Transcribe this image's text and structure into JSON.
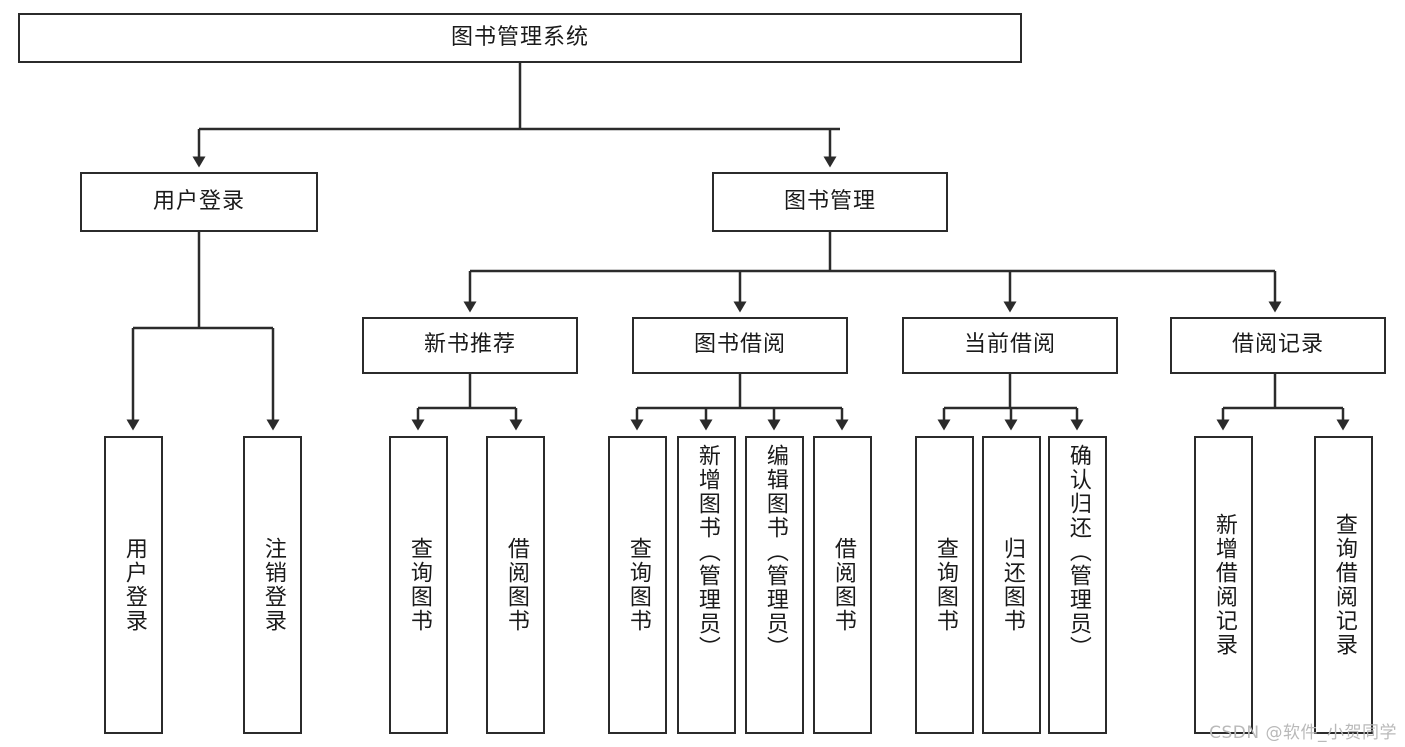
{
  "diagram": {
    "type": "tree-hierarchy-functional-decomposition",
    "title": "图书管理系统",
    "orientation": "top-down",
    "line_color": "#2b2b2b",
    "box_fill": "#ffffff",
    "text_color": "#1a1a1a",
    "levels": [
      {
        "level": 1,
        "nodes": [
          {
            "id": "root",
            "label": "图书管理系统",
            "text_direction": "horizontal"
          }
        ]
      },
      {
        "level": 2,
        "nodes": [
          {
            "id": "login",
            "label": "用户登录",
            "text_direction": "horizontal",
            "parent": "root"
          },
          {
            "id": "bookmgmt",
            "label": "图书管理",
            "text_direction": "horizontal",
            "parent": "root"
          }
        ]
      },
      {
        "level": 3,
        "nodes": [
          {
            "id": "newbook",
            "label": "新书推荐",
            "text_direction": "horizontal",
            "parent": "bookmgmt"
          },
          {
            "id": "borrow",
            "label": "图书借阅",
            "text_direction": "horizontal",
            "parent": "bookmgmt"
          },
          {
            "id": "current",
            "label": "当前借阅",
            "text_direction": "horizontal",
            "parent": "bookmgmt"
          },
          {
            "id": "records",
            "label": "借阅记录",
            "text_direction": "horizontal",
            "parent": "bookmgmt"
          }
        ]
      },
      {
        "level": 4,
        "nodes": [
          {
            "id": "leaf1",
            "label": "用户登录",
            "text_direction": "vertical",
            "parent": "login"
          },
          {
            "id": "leaf2",
            "label": "注销登录",
            "text_direction": "vertical",
            "parent": "login"
          },
          {
            "id": "leaf3",
            "label": "查询图书",
            "text_direction": "vertical",
            "parent": "newbook"
          },
          {
            "id": "leaf4",
            "label": "借阅图书",
            "text_direction": "vertical",
            "parent": "newbook"
          },
          {
            "id": "leaf5",
            "label": "查询图书",
            "text_direction": "vertical",
            "parent": "borrow"
          },
          {
            "id": "leaf6",
            "label": "新增图书（管理员）",
            "text_direction": "vertical",
            "parent": "borrow"
          },
          {
            "id": "leaf7",
            "label": "编辑图书（管理员）",
            "text_direction": "vertical",
            "parent": "borrow"
          },
          {
            "id": "leaf8",
            "label": "借阅图书",
            "text_direction": "vertical",
            "parent": "borrow"
          },
          {
            "id": "leaf9",
            "label": "查询图书",
            "text_direction": "vertical",
            "parent": "current"
          },
          {
            "id": "leaf10",
            "label": "归还图书",
            "text_direction": "vertical",
            "parent": "current"
          },
          {
            "id": "leaf11",
            "label": "确认归还（管理员）",
            "text_direction": "vertical",
            "parent": "current"
          },
          {
            "id": "leaf12",
            "label": "新增借阅记录",
            "text_direction": "vertical",
            "parent": "records"
          },
          {
            "id": "leaf13",
            "label": "查询借阅记录",
            "text_direction": "vertical",
            "parent": "records"
          }
        ]
      }
    ]
  },
  "watermark": {
    "text": "CSDN @软件_小贺同学"
  }
}
